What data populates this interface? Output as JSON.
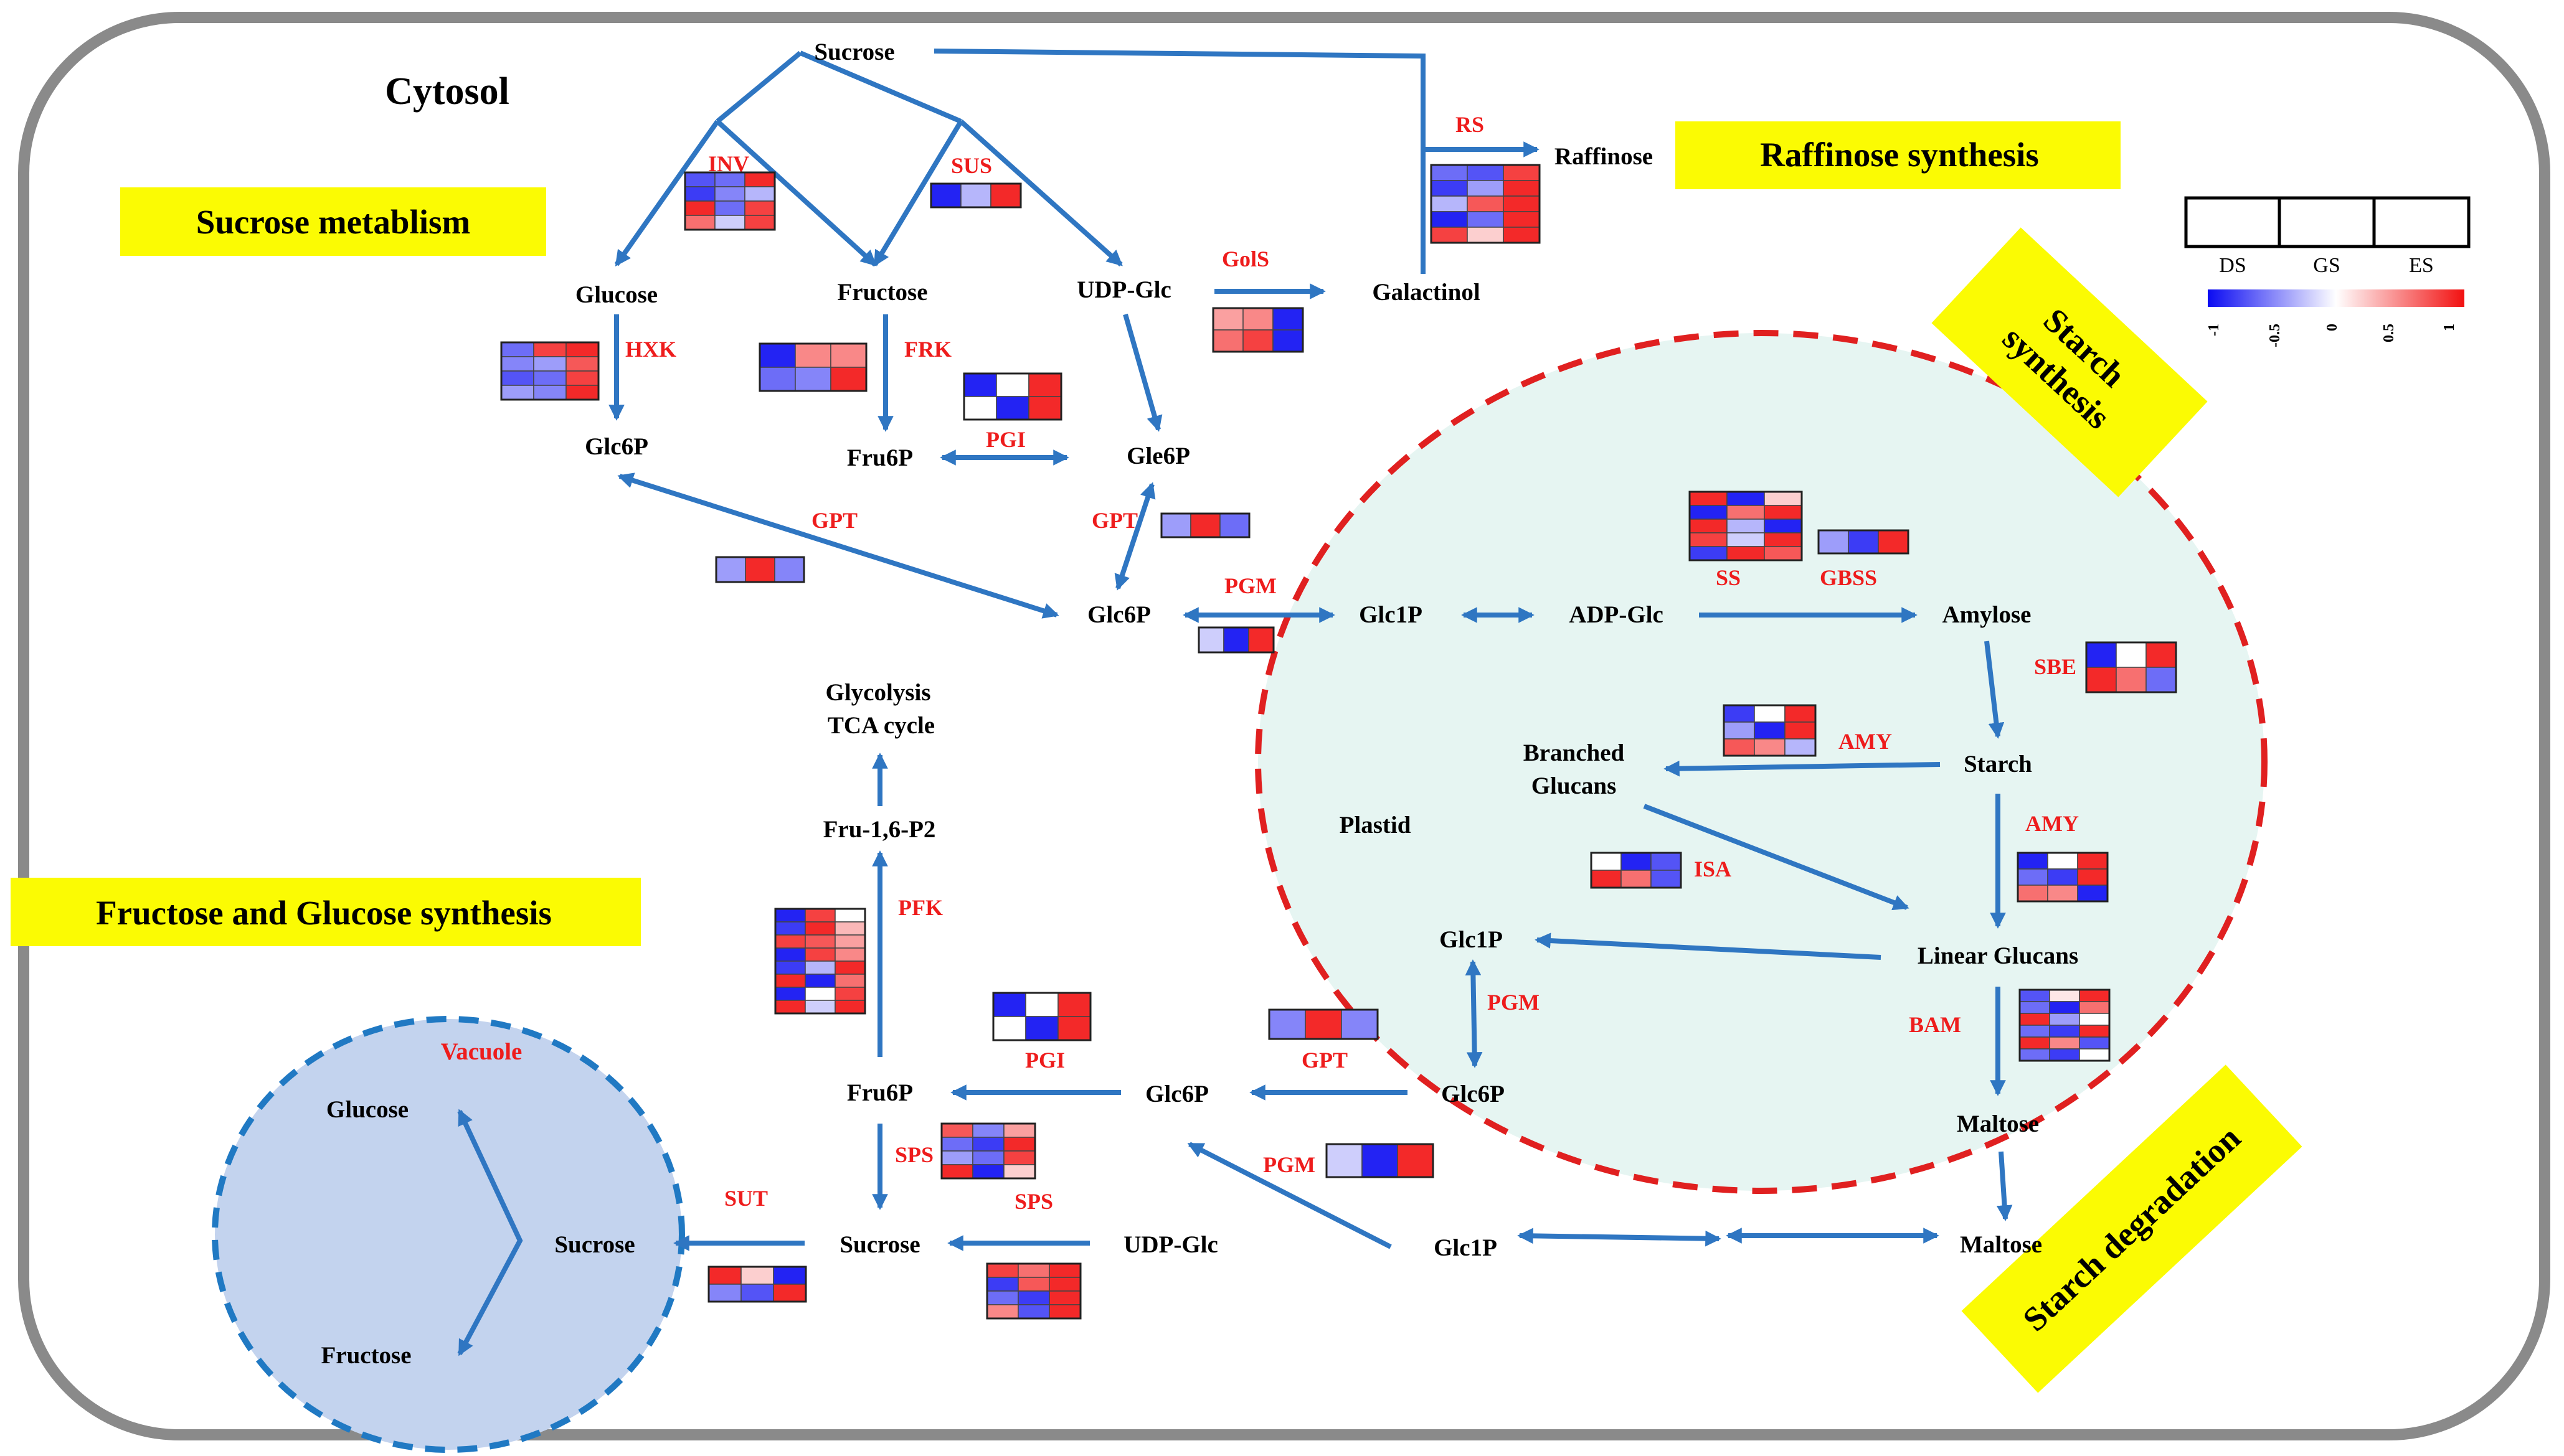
{
  "colors": {
    "arrow": "#2f76c2",
    "enzyme_text": "#ee1c1c",
    "highlight_box": "#fbfb03",
    "plastid_fill": "#e6f5f2",
    "plastid_border": "#e02020",
    "vacuole_fill": "#c3d3ee",
    "vacuole_border": "#2079c3",
    "heat_low": "#0b0bf2",
    "heat_mid": "#ffffff",
    "heat_high": "#f21111"
  },
  "compartments": {
    "cytosol": "Cytosol",
    "plastid": "Plastid",
    "vacuole": "Vacuole"
  },
  "pathway_titles": {
    "sucrose": "Sucrose metablism",
    "raffinose": "Raffinose synthesis",
    "starch_synth_1": "Starch",
    "starch_synth_2": "synthesis",
    "fructose_glucose": "Fructose  and Glucose synthesis",
    "starch_degradation": "Starch degradation"
  },
  "legend": {
    "columns": [
      "DS",
      "GS",
      "ES"
    ],
    "ticks": [
      "-1",
      "-0.5",
      "0",
      "0.5",
      "1"
    ]
  },
  "metabolites": {
    "sucrose_top": "Sucrose",
    "glucose_top": "Glucose",
    "fructose_top": "Fructose",
    "udpglc_top": "UDP-Glc",
    "galactinol": "Galactinol",
    "raffinose": "Raffinose",
    "glc6p_left": "Glc6P",
    "fru6p_top": "Fru6P",
    "gle6p": "Gle6P",
    "glc6p_center": "Glc6P",
    "glc1p_plastid": "Glc1P",
    "adpglc": "ADP-Glc",
    "amylose": "Amylose",
    "glycolysis": "Glycolysis",
    "tca": "TCA cycle",
    "branched_1": "Branched",
    "branched_2": "Glucans",
    "starch": "Starch",
    "fru16p2": "Fru-1,6-P2",
    "glc1p_mid": "Glc1P",
    "linear_glucans": "Linear Glucans",
    "fru6p_bottom": "Fru6P",
    "glc6p_bottom_a": "Glc6P",
    "glc6p_bottom_b": "Glc6P",
    "maltose_plastid": "Maltose",
    "glucose_vac": "Glucose",
    "sucrose_vac": "Sucrose",
    "fructose_vac": "Fructose",
    "sucrose_bottom": "Sucrose",
    "udpglc_bottom": "UDP-Glc",
    "glc1p_bottom": "Glc1P",
    "maltose_cytosol": "Maltose"
  },
  "enzymes": {
    "inv": "INV",
    "sus": "SUS",
    "rs": "RS",
    "gols": "GolS",
    "hxk": "HXK",
    "frk": "FRK",
    "pgi_top": "PGI",
    "gpt_left": "GPT",
    "gpt_center": "GPT",
    "pgm_center": "PGM",
    "ss": "SS",
    "gbss": "GBSS",
    "sbe": "SBE",
    "amy_a": "AMY",
    "amy_b": "AMY",
    "isa": "ISA",
    "pfk": "PFK",
    "pgm_plastid": "PGM",
    "bam": "BAM",
    "pgi_bottom": "PGI",
    "gpt_bottom": "GPT",
    "sps_a": "SPS",
    "sps_b": "SPS",
    "pgm_bottom": "PGM",
    "sut": "SUT"
  },
  "heatmaps": {
    "inv": [
      [
        -0.7,
        -0.6,
        0.9
      ],
      [
        -0.8,
        -0.5,
        -0.3
      ],
      [
        0.9,
        -0.6,
        0.8
      ],
      [
        0.6,
        -0.2,
        0.8
      ]
    ],
    "sus": [
      [
        -0.9,
        -0.3,
        0.9
      ]
    ],
    "rs": [
      [
        -0.6,
        -0.7,
        0.8
      ],
      [
        -0.8,
        -0.4,
        0.9
      ],
      [
        -0.3,
        0.7,
        0.9
      ],
      [
        -0.9,
        -0.6,
        0.9
      ],
      [
        0.8,
        0.2,
        0.9
      ]
    ],
    "gols": [
      [
        0.4,
        0.5,
        -0.9
      ],
      [
        0.6,
        0.8,
        -0.9
      ]
    ],
    "hxk": [
      [
        -0.6,
        0.8,
        0.9
      ],
      [
        -0.5,
        -0.4,
        0.7
      ],
      [
        -0.7,
        -0.6,
        0.8
      ],
      [
        -0.4,
        -0.5,
        0.9
      ]
    ],
    "frk": [
      [
        -0.9,
        0.5,
        0.5
      ],
      [
        -0.6,
        -0.5,
        0.9
      ]
    ],
    "pgi_top": [
      [
        -0.9,
        0.0,
        0.9
      ],
      [
        0.0,
        -0.9,
        0.9
      ]
    ],
    "gpt_left": [
      [
        -0.4,
        0.9,
        -0.5
      ]
    ],
    "gpt_center": [
      [
        -0.4,
        0.9,
        -0.6
      ]
    ],
    "pgm_center": [
      [
        -0.2,
        -0.9,
        0.9
      ]
    ],
    "ss": [
      [
        0.9,
        -0.9,
        0.2
      ],
      [
        -0.9,
        0.6,
        0.9
      ],
      [
        0.9,
        -0.3,
        -0.9
      ],
      [
        0.8,
        -0.2,
        0.9
      ],
      [
        -0.8,
        0.9,
        0.7
      ]
    ],
    "gbss": [
      [
        -0.4,
        -0.8,
        0.9
      ]
    ],
    "sbe": [
      [
        -0.9,
        0.0,
        0.9
      ],
      [
        0.9,
        0.6,
        -0.6
      ]
    ],
    "amy_a": [
      [
        -0.8,
        0.0,
        0.9
      ],
      [
        -0.4,
        -0.9,
        0.9
      ],
      [
        0.7,
        0.5,
        -0.3
      ]
    ],
    "isa": [
      [
        0.0,
        -0.9,
        -0.7
      ],
      [
        0.9,
        0.6,
        -0.7
      ]
    ],
    "amy_b": [
      [
        -0.9,
        0.0,
        0.9
      ],
      [
        -0.6,
        -0.8,
        0.9
      ],
      [
        0.6,
        0.5,
        -0.9
      ]
    ],
    "pfk": [
      [
        -0.9,
        0.8,
        0.0
      ],
      [
        -0.8,
        0.9,
        0.3
      ],
      [
        0.8,
        0.7,
        0.4
      ],
      [
        -0.9,
        0.8,
        0.5
      ],
      [
        -0.8,
        -0.3,
        0.9
      ],
      [
        0.9,
        -0.9,
        0.6
      ],
      [
        -0.9,
        0.0,
        0.8
      ],
      [
        0.9,
        -0.2,
        0.9
      ]
    ],
    "bam": [
      [
        -0.7,
        0.1,
        0.9
      ],
      [
        -0.6,
        -0.9,
        0.6
      ],
      [
        0.9,
        -0.4,
        0.0
      ],
      [
        -0.6,
        -0.8,
        0.9
      ],
      [
        0.9,
        0.5,
        -0.7
      ],
      [
        -0.6,
        -0.8,
        0.0
      ]
    ],
    "pgi_bottom": [
      [
        -0.9,
        0.0,
        0.9
      ],
      [
        0.0,
        -0.9,
        0.9
      ]
    ],
    "gpt_bottom": [
      [
        -0.5,
        0.9,
        -0.5
      ]
    ],
    "sps_a": [
      [
        0.7,
        -0.5,
        0.4
      ],
      [
        -0.6,
        -0.8,
        0.9
      ],
      [
        -0.4,
        -0.6,
        0.8
      ],
      [
        0.9,
        -0.9,
        0.2
      ]
    ],
    "pgm_bottom": [
      [
        -0.2,
        -0.9,
        0.9
      ]
    ],
    "sut": [
      [
        0.9,
        0.2,
        -0.9
      ],
      [
        -0.5,
        -0.7,
        0.9
      ]
    ],
    "sps_b": [
      [
        0.8,
        0.6,
        0.9
      ],
      [
        -0.8,
        0.7,
        0.9
      ],
      [
        -0.6,
        -0.8,
        0.9
      ],
      [
        0.5,
        -0.7,
        0.9
      ]
    ]
  }
}
